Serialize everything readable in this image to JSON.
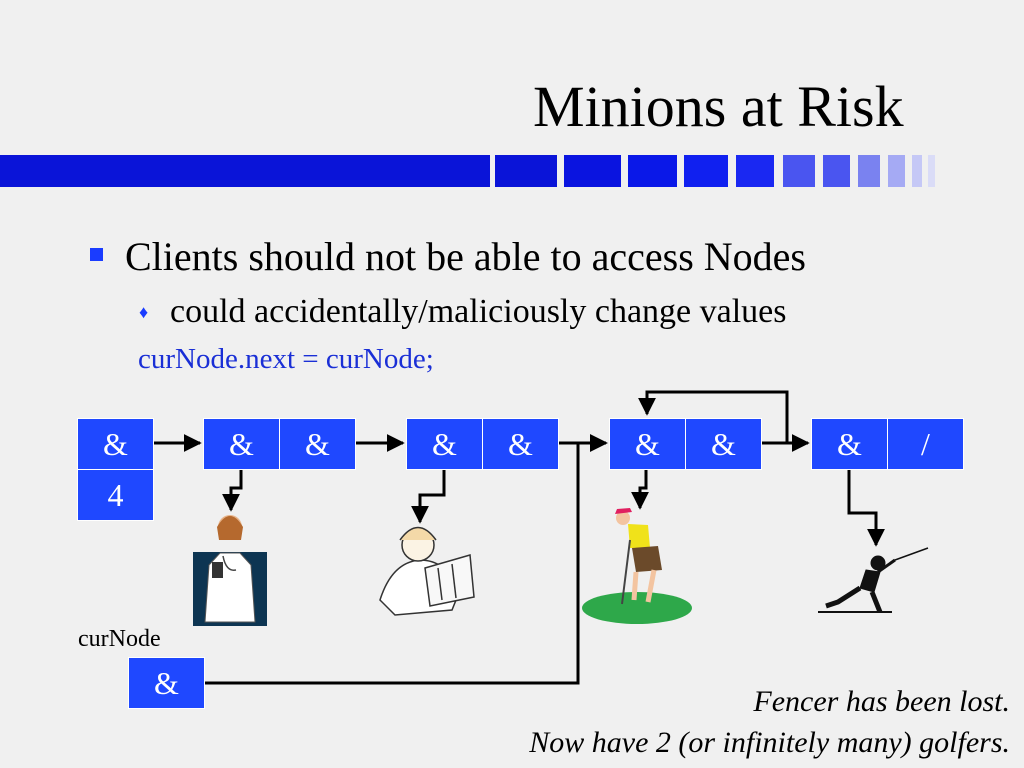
{
  "slide": {
    "title": "Minions at Risk",
    "bullet1": "Clients should not be able to access Nodes",
    "bullet2": "could accidentally/maliciously change values",
    "code": "curNode.next = curNode;"
  },
  "nodes": {
    "head_ref": "&",
    "head_size": "4",
    "n1_data": "&",
    "n1_next": "&",
    "n2_data": "&",
    "n2_next": "&",
    "n3_data": "&",
    "n3_next": "&",
    "n4_data": "&",
    "n4_next": "/"
  },
  "curnode": {
    "label": "curNode",
    "value": "&"
  },
  "notes": {
    "line1": "Fencer has been lost.",
    "line2": "Now have 2 (or infinitely many) golfers."
  },
  "colors": {
    "accent": "#1f48ff",
    "band": "#0a14d8"
  },
  "icons": [
    "doctor-figure",
    "architect-figure",
    "golfer-figure",
    "fencer-figure"
  ]
}
